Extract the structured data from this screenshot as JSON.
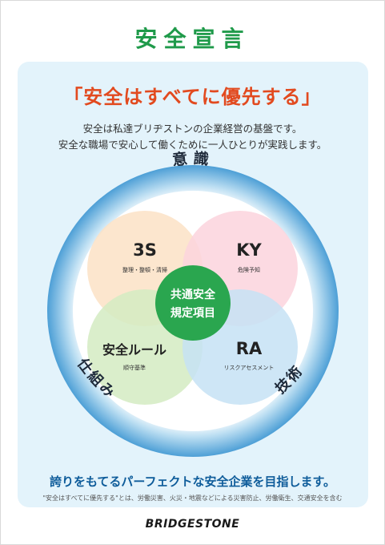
{
  "title": "安全宣言",
  "slogan": "「安全はすべてに優先する」",
  "intro": {
    "line1": "安全は私達ブリヂストンの企業経営の基盤です。",
    "line2": "安全な職場で安心して働くために一人ひとりが実践します。"
  },
  "ring_labels": {
    "top": "意識",
    "left": "仕組み",
    "right": "技術"
  },
  "circles": {
    "top_left": {
      "heading": "3S",
      "caption": "整理・整頓・清掃",
      "color": "#fbe2c6"
    },
    "top_right": {
      "heading": "KY",
      "caption": "危険予知",
      "color": "#fbd3dd"
    },
    "bottom_left": {
      "heading": "安全ルール",
      "caption": "順守基準",
      "color": "#d4ebc2"
    },
    "bottom_right": {
      "heading": "RA",
      "caption": "リスクアセスメント",
      "color": "#c6e2f4"
    }
  },
  "center": {
    "line1": "共通安全",
    "line2": "規定項目",
    "color": "#2aa64f"
  },
  "closing": "誇りをもてるパーフェクトな安全企業を目指します。",
  "note": "\"安全はすべてに優先する\"とは、労働災害、火災・地震などによる災害防止、労働衛生、交通安全を含む",
  "brand": "BRIDGESTONE",
  "colors": {
    "title": "#1f9a4a",
    "slogan": "#e24a1f",
    "closing": "#0e5c9a",
    "ring": "#5aa6d8",
    "panel": "#e3f3fb"
  }
}
